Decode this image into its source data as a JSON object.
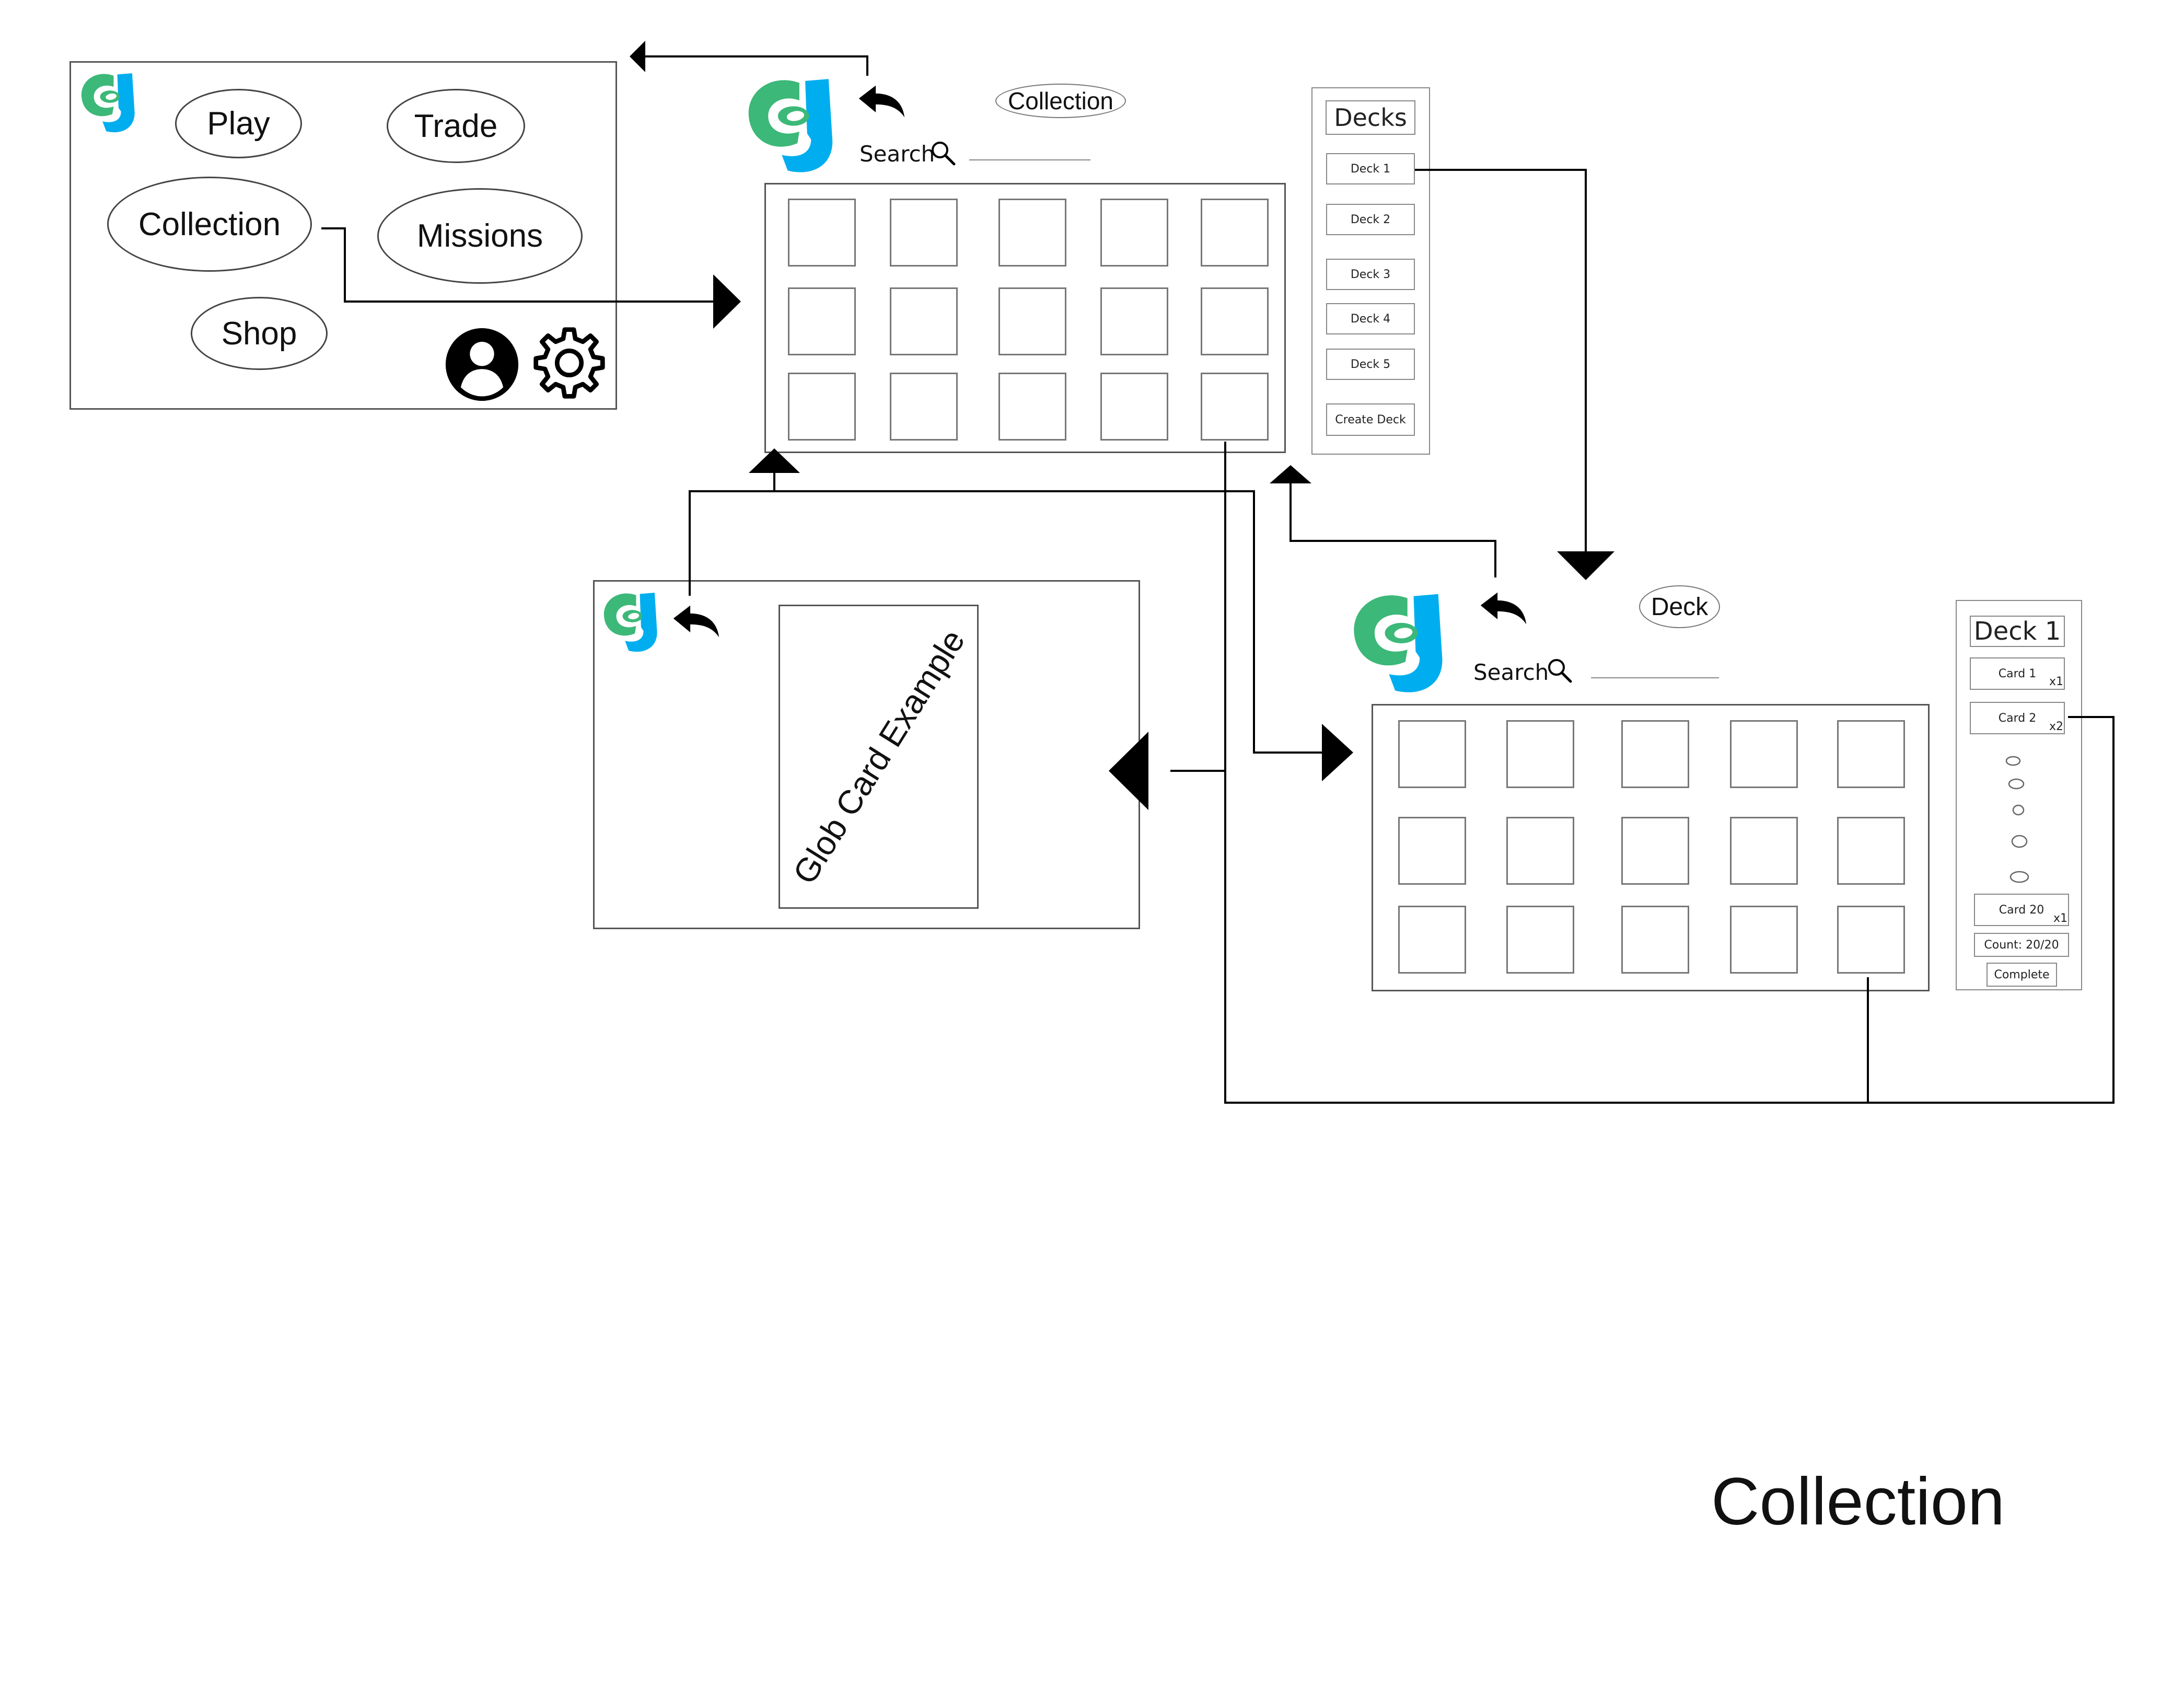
{
  "main_menu": {
    "play_label": "Play",
    "trade_label": "Trade",
    "collection_label": "Collection",
    "missions_label": "Missions",
    "shop_label": "Shop"
  },
  "collection_screen": {
    "title": "Collection",
    "search_label": "Search",
    "decks_panel": {
      "title": "Decks",
      "items": [
        "Deck 1",
        "Deck 2",
        "Deck 3",
        "Deck 4",
        "Deck 5"
      ],
      "create_label": "Create Deck"
    }
  },
  "card_detail": {
    "card_text": "Glob Card Example"
  },
  "deck_screen": {
    "title": "Deck",
    "search_label": "Search",
    "deck_panel": {
      "title": "Deck 1",
      "cards": [
        {
          "name": "Card 1",
          "qty": "x1"
        },
        {
          "name": "Card 2",
          "qty": "x2"
        },
        {
          "name": "Card 20",
          "qty": "x1"
        }
      ],
      "count_label": "Count: 20/20",
      "complete_label": "Complete"
    }
  },
  "page_caption": "Collection",
  "colors": {
    "logo_green": "#3cb878",
    "logo_blue": "#00aeef",
    "line": "#000000"
  },
  "icons": [
    "app-logo-icon",
    "back-arrow-icon",
    "search-icon",
    "profile-icon",
    "settings-gear-icon"
  ]
}
